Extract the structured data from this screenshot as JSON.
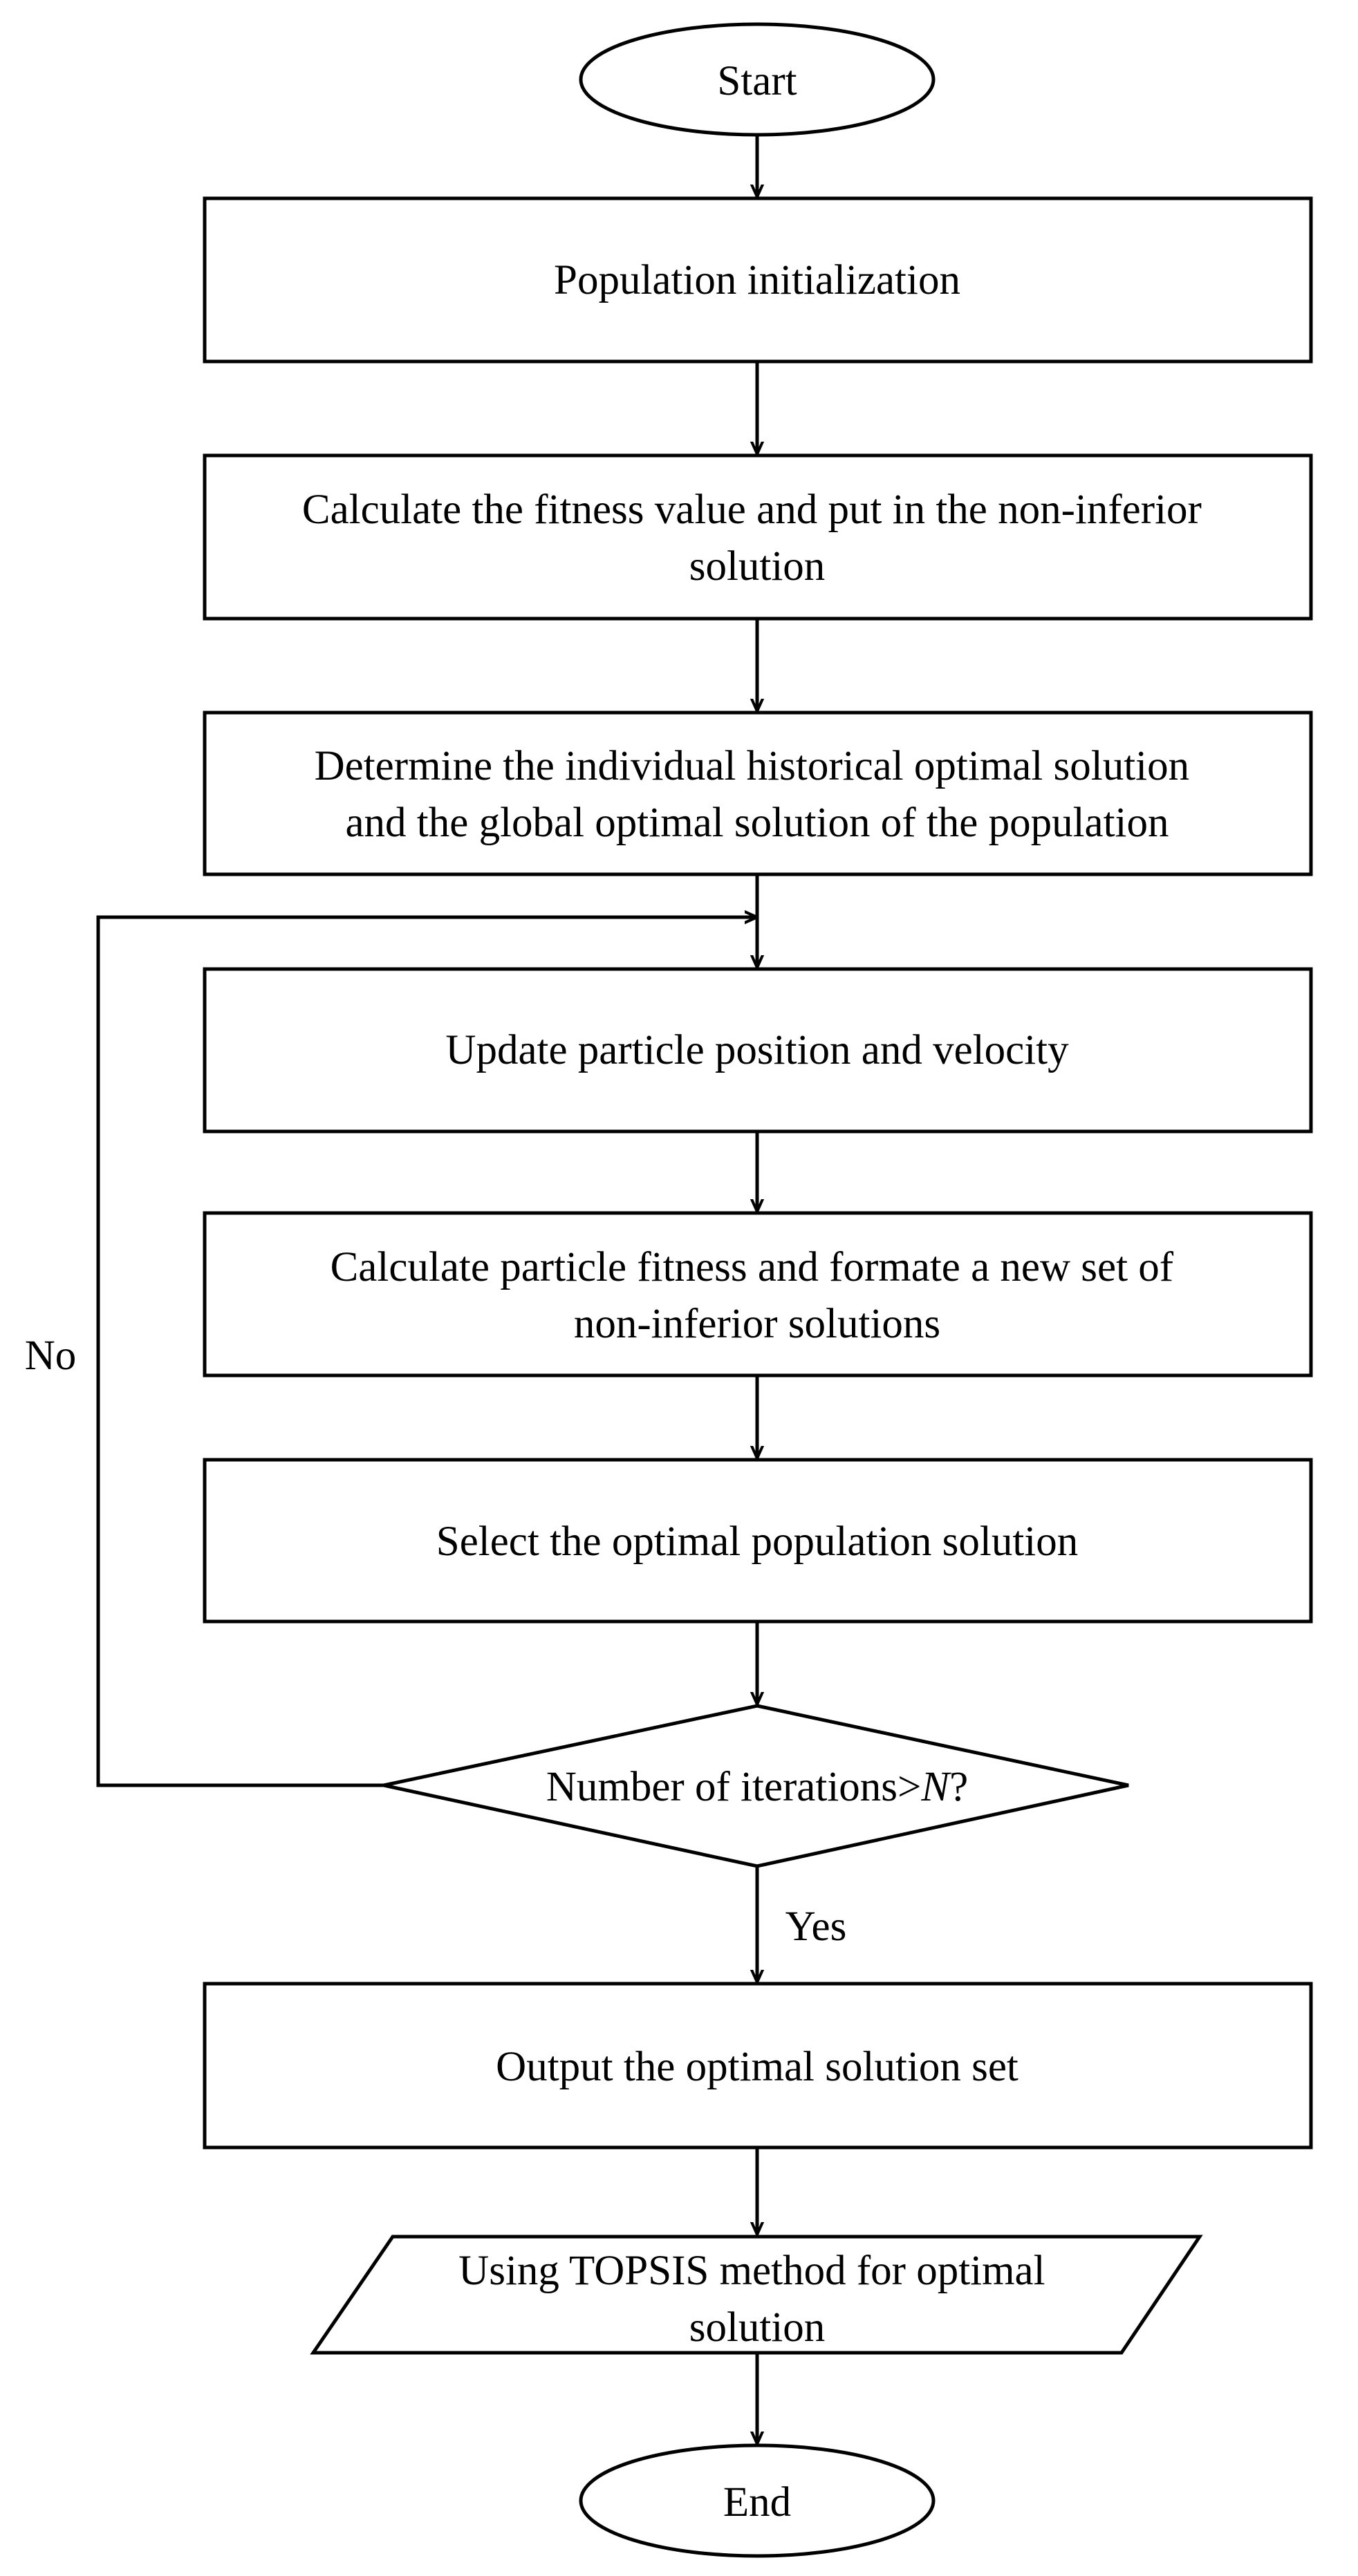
{
  "colors": {
    "stroke": "#000000",
    "fill": "#ffffff",
    "text": "#000000"
  },
  "nodes": {
    "start": {
      "shape": "terminator",
      "lines": [
        "Start"
      ]
    },
    "init": {
      "shape": "process",
      "lines": [
        "Population initialization"
      ]
    },
    "fitness": {
      "shape": "process",
      "lines": [
        "Calculate the fitness value and put in the non-inferior",
        "solution"
      ]
    },
    "determine": {
      "shape": "process",
      "lines": [
        "Determine the individual historical optimal solution",
        "and the global optimal solution of the population"
      ]
    },
    "update": {
      "shape": "process",
      "lines": [
        "Update particle position and velocity"
      ]
    },
    "particle_fitness": {
      "shape": "process",
      "lines": [
        "Calculate particle fitness and formate a new set of",
        "non-inferior solutions"
      ]
    },
    "select": {
      "shape": "process",
      "lines": [
        "Select the optimal population solution"
      ]
    },
    "decision": {
      "shape": "decision",
      "text": "Number of iterations>",
      "text_var": "N",
      "text_end": "?"
    },
    "output": {
      "shape": "process",
      "lines": [
        "Output the optimal solution set"
      ]
    },
    "topsis": {
      "shape": "data",
      "lines": [
        "Using TOPSIS method for optimal",
        "solution"
      ]
    },
    "end": {
      "shape": "terminator",
      "lines": [
        "End"
      ]
    }
  },
  "edges": {
    "no_label": "No",
    "yes_label": "Yes"
  }
}
